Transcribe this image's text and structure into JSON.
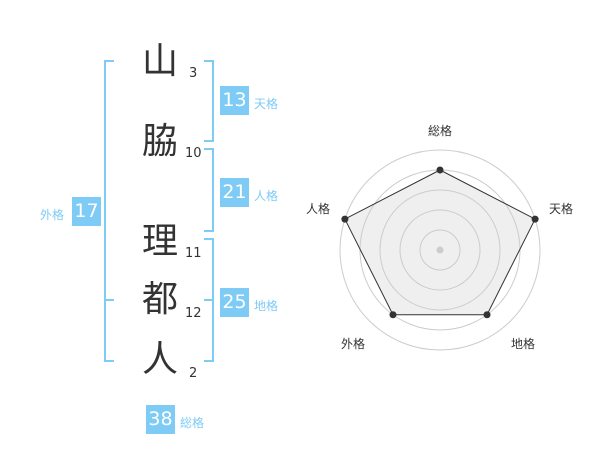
{
  "name": {
    "chars": [
      {
        "char": "山",
        "strokes": "3"
      },
      {
        "char": "脇",
        "strokes": "10"
      },
      {
        "char": "理",
        "strokes": "11"
      },
      {
        "char": "都",
        "strokes": "12"
      },
      {
        "char": "人",
        "strokes": "2"
      }
    ]
  },
  "kakusu": {
    "tenkaku": {
      "value": "13",
      "label": "天格"
    },
    "jinkaku": {
      "value": "21",
      "label": "人格"
    },
    "chikaku": {
      "value": "25",
      "label": "地格"
    },
    "gaikaku": {
      "value": "17",
      "label": "外格"
    },
    "soukaku": {
      "value": "38",
      "label": "総格"
    }
  },
  "chart_data": {
    "type": "radar",
    "axes": [
      "総格",
      "天格",
      "地格",
      "外格",
      "人格"
    ],
    "values": [
      4,
      5,
      4,
      4,
      5
    ],
    "max": 5,
    "rings": 5,
    "colors": {
      "fill": "#efefef",
      "line": "#333333",
      "ring": "#cccccc",
      "accent": "#7ecbf5"
    }
  }
}
